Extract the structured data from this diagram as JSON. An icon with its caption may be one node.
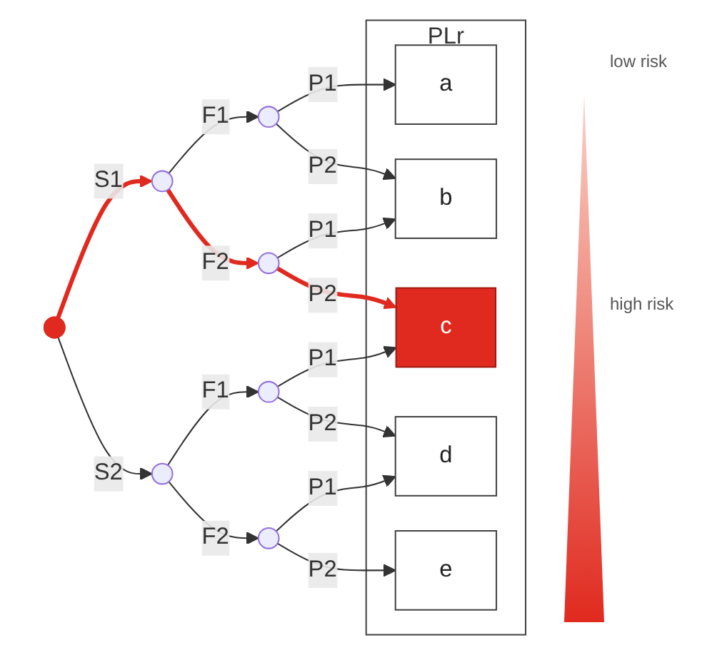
{
  "diagram": {
    "nodes": [
      {
        "text": [],
        "shape": "circle"
      },
      {
        "text": [
          "PLr"
        ]
      },
      {
        "text": [
          "a"
        ],
        "in": 1
      },
      {
        "text": [
          "b"
        ],
        "in": 1
      },
      {
        "text": [
          "c"
        ],
        "in": 1
      },
      {
        "text": [
          "d"
        ],
        "in": 1
      },
      {
        "text": [
          "e"
        ],
        "in": 1
      },
      {
        "text": [],
        "shape": "point"
      },
      {
        "text": [],
        "shape": "point"
      },
      {
        "text": [],
        "shape": "point"
      },
      {
        "text": [],
        "shape": "point"
      },
      {
        "text": [],
        "shape": "point"
      },
      {
        "text": [],
        "shape": "point"
      }
    ],
    "edges": [
      {
        "from": 0,
        "to": 7,
        "arrow": "to",
        "label": "S1",
        "style": "thick",
        "color": "#e02a1f"
      },
      {
        "from": 0,
        "to": 8,
        "arrow": "to",
        "label": "S2"
      },
      {
        "from": 7,
        "to": 9,
        "arrow": "to",
        "label": "F1"
      },
      {
        "from": 7,
        "to": 10,
        "arrow": "to",
        "label": "F2",
        "style": "thick",
        "color": "#e02a1f"
      },
      {
        "from": 8,
        "to": 11,
        "arrow": "to",
        "label": "F1"
      },
      {
        "from": 8,
        "to": 12,
        "arrow": "to",
        "label": "F2"
      },
      {
        "from": 9,
        "to": 2,
        "arrow": "to",
        "label": "P1"
      },
      {
        "from": 9,
        "to": 3,
        "arrow": "to",
        "label": "P2"
      },
      {
        "from": 10,
        "to": 3,
        "arrow": "to",
        "label": "P1"
      },
      {
        "from": 10,
        "to": 4,
        "arrow": "to",
        "label": "P2",
        "style": "thick",
        "color": "#e02a1f"
      },
      {
        "from": 11,
        "to": 4,
        "arrow": "to",
        "label": "P1"
      },
      {
        "from": 11,
        "to": 5,
        "arrow": "to",
        "label": "P2"
      },
      {
        "from": 12,
        "to": 5,
        "arrow": "to",
        "label": "P1"
      },
      {
        "from": 12,
        "to": 6,
        "arrow": "to",
        "label": "P2"
      }
    ],
    "labels": [
      "low risk",
      "high risk"
    ]
  }
}
